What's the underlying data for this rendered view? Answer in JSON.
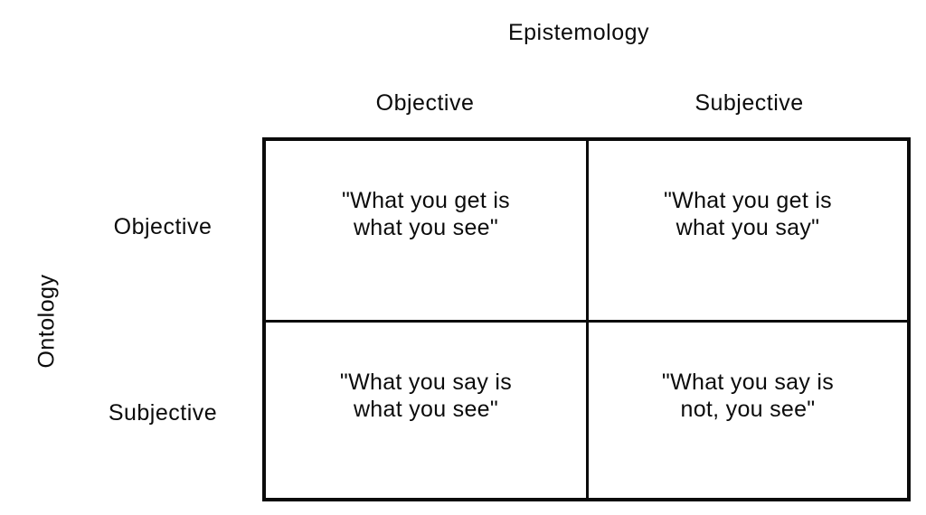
{
  "matrix": {
    "title": "Epistemology",
    "side_label": "Ontology",
    "col_headers": [
      "Objective",
      "Subjective"
    ],
    "row_headers": [
      "Objective",
      "Subjective"
    ],
    "cells": [
      [
        "\"What you get is\nwhat you see\"",
        "\"What you get is\nwhat you say\""
      ],
      [
        "\"What you say is\nwhat you see\"",
        "\"What you say is\nnot, you see\""
      ]
    ],
    "colors": {
      "ink": "#0b0b0b",
      "background": "#ffffff"
    }
  }
}
